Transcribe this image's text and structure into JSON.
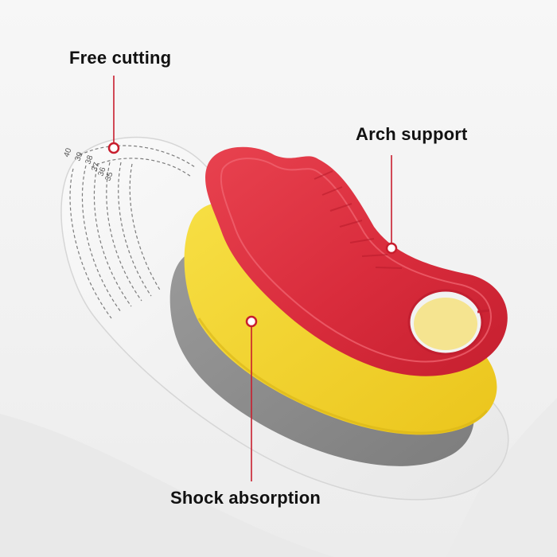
{
  "callouts": {
    "free_cutting": "Free cutting",
    "arch_support": "Arch support",
    "shock_absorption": "Shock absorption"
  },
  "size_marks": [
    "40",
    "39",
    "38",
    "37",
    "36",
    "35"
  ],
  "colors": {
    "callout_line": "#c81e2e",
    "insole_red": "#e03545",
    "insole_yellow": "#f2d12b",
    "insole_gray": "#8f8f8f",
    "insole_base": "#f2f2f2"
  }
}
